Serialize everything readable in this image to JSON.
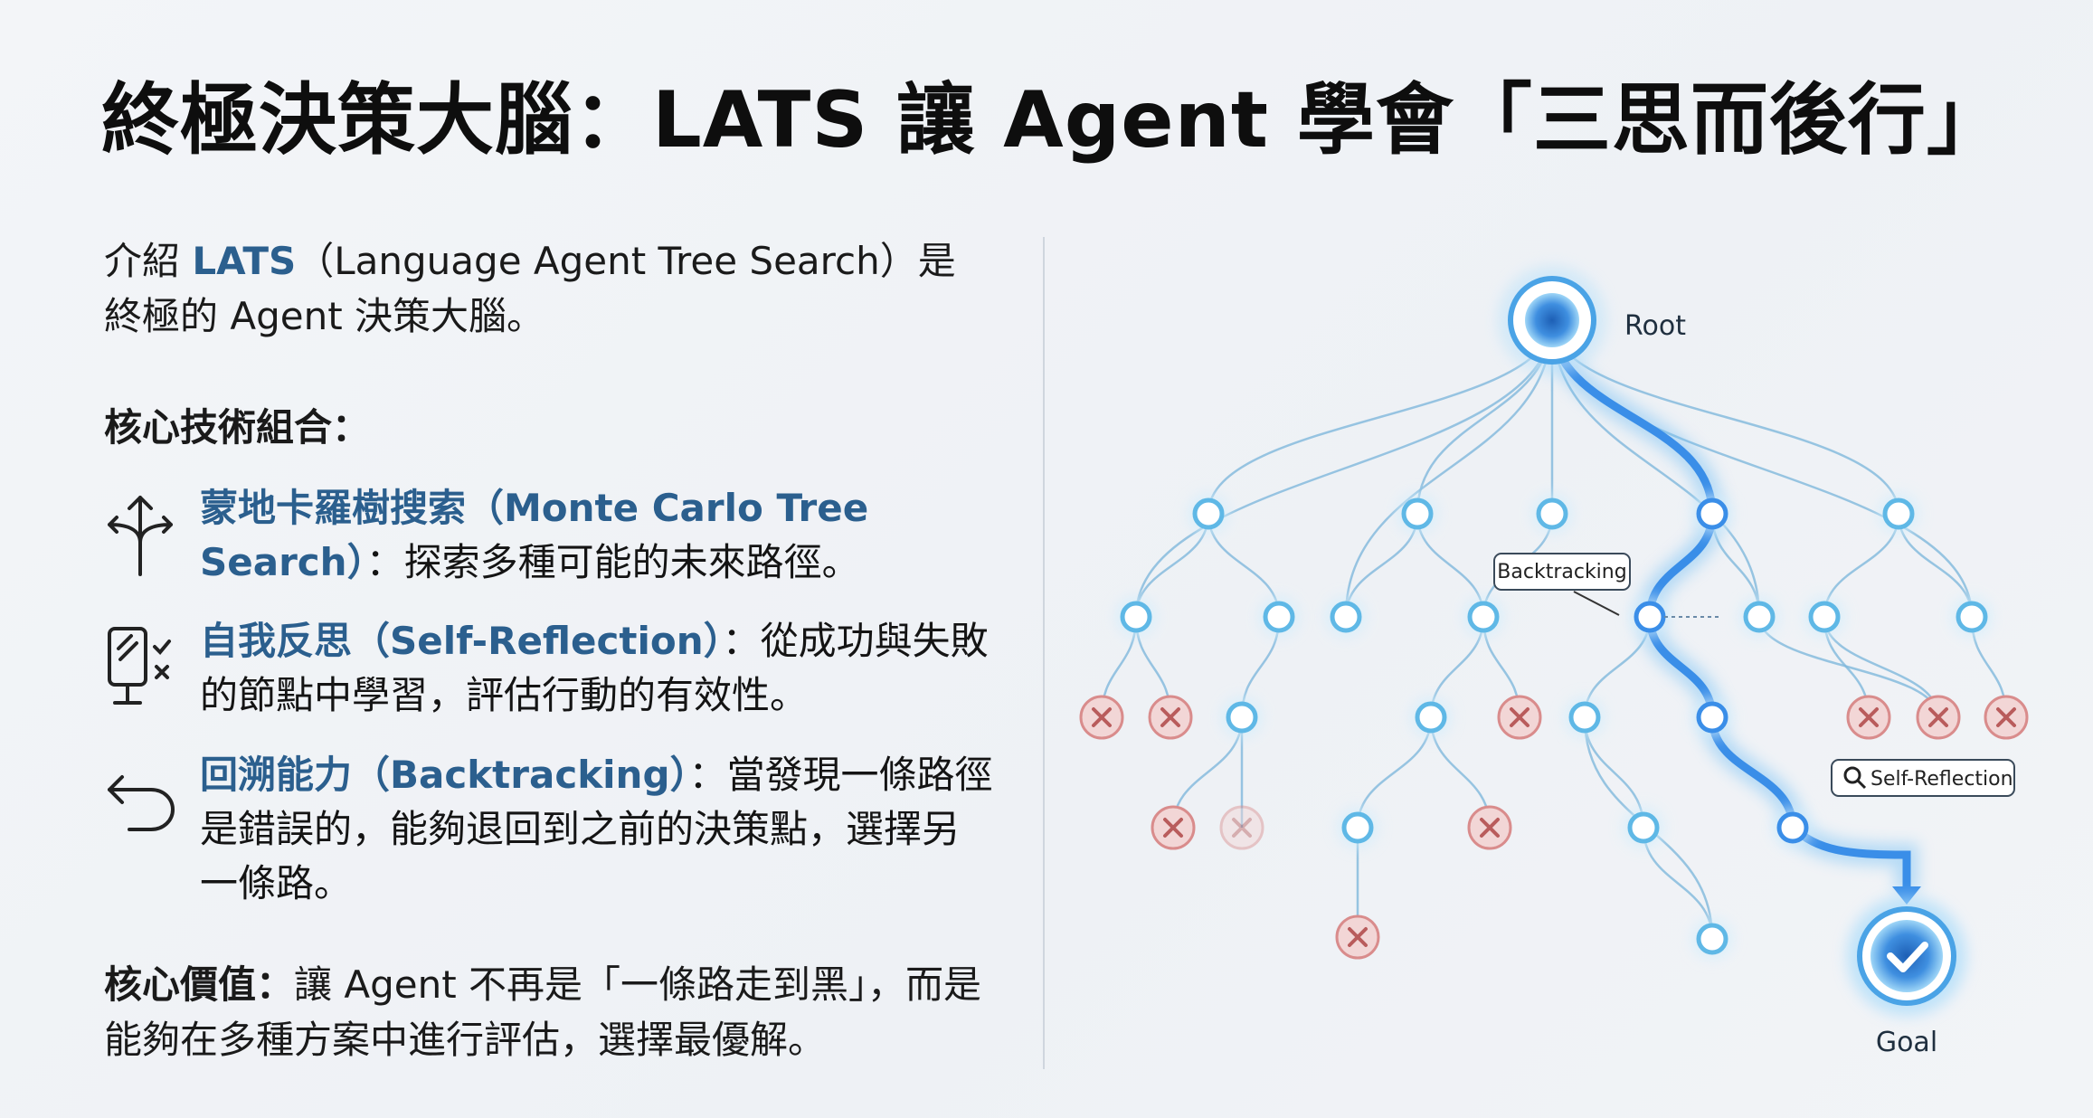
{
  "title": "終極決策大腦：LATS 讓 Agent 學會「三思而後行」",
  "intro": {
    "prefix": "介紹 ",
    "highlight": "LATS",
    "suffix": "（Language Agent Tree Search）是終極的 Agent 決策大腦。"
  },
  "heading": "核心技術組合：",
  "items": [
    {
      "icon": "branching-arrows-icon",
      "term": "蒙地卡羅樹搜索（Monte Carlo Tree Search）",
      "desc": "：探索多種可能的未來路徑。"
    },
    {
      "icon": "mirror-check-icon",
      "term": "自我反思（Self-Reflection）",
      "desc": "：從成功與失敗的節點中學習，評估行動的有效性。"
    },
    {
      "icon": "undo-arrow-icon",
      "term": "回溯能力（Backtracking）",
      "desc": "：當發現一條路徑是錯誤的，能夠退回到之前的決策點，選擇另一條路。"
    }
  ],
  "core_value": {
    "label": "核心價值：",
    "text": "讓 Agent 不再是「一條路走到黑」，而是能夠在多種方案中進行評估，選擇最優解。"
  },
  "diagram": {
    "root_label": "Root",
    "goal_label": "Goal",
    "backtracking_label": "Backtracking",
    "self_reflection_label": "Self-Reflection",
    "colors": {
      "accent": "#2b5f8e",
      "node": "#5fb8e6",
      "path": "#3a8ee8",
      "fail": "#d98c8c",
      "fail_bg": "#f2d6d6"
    }
  }
}
